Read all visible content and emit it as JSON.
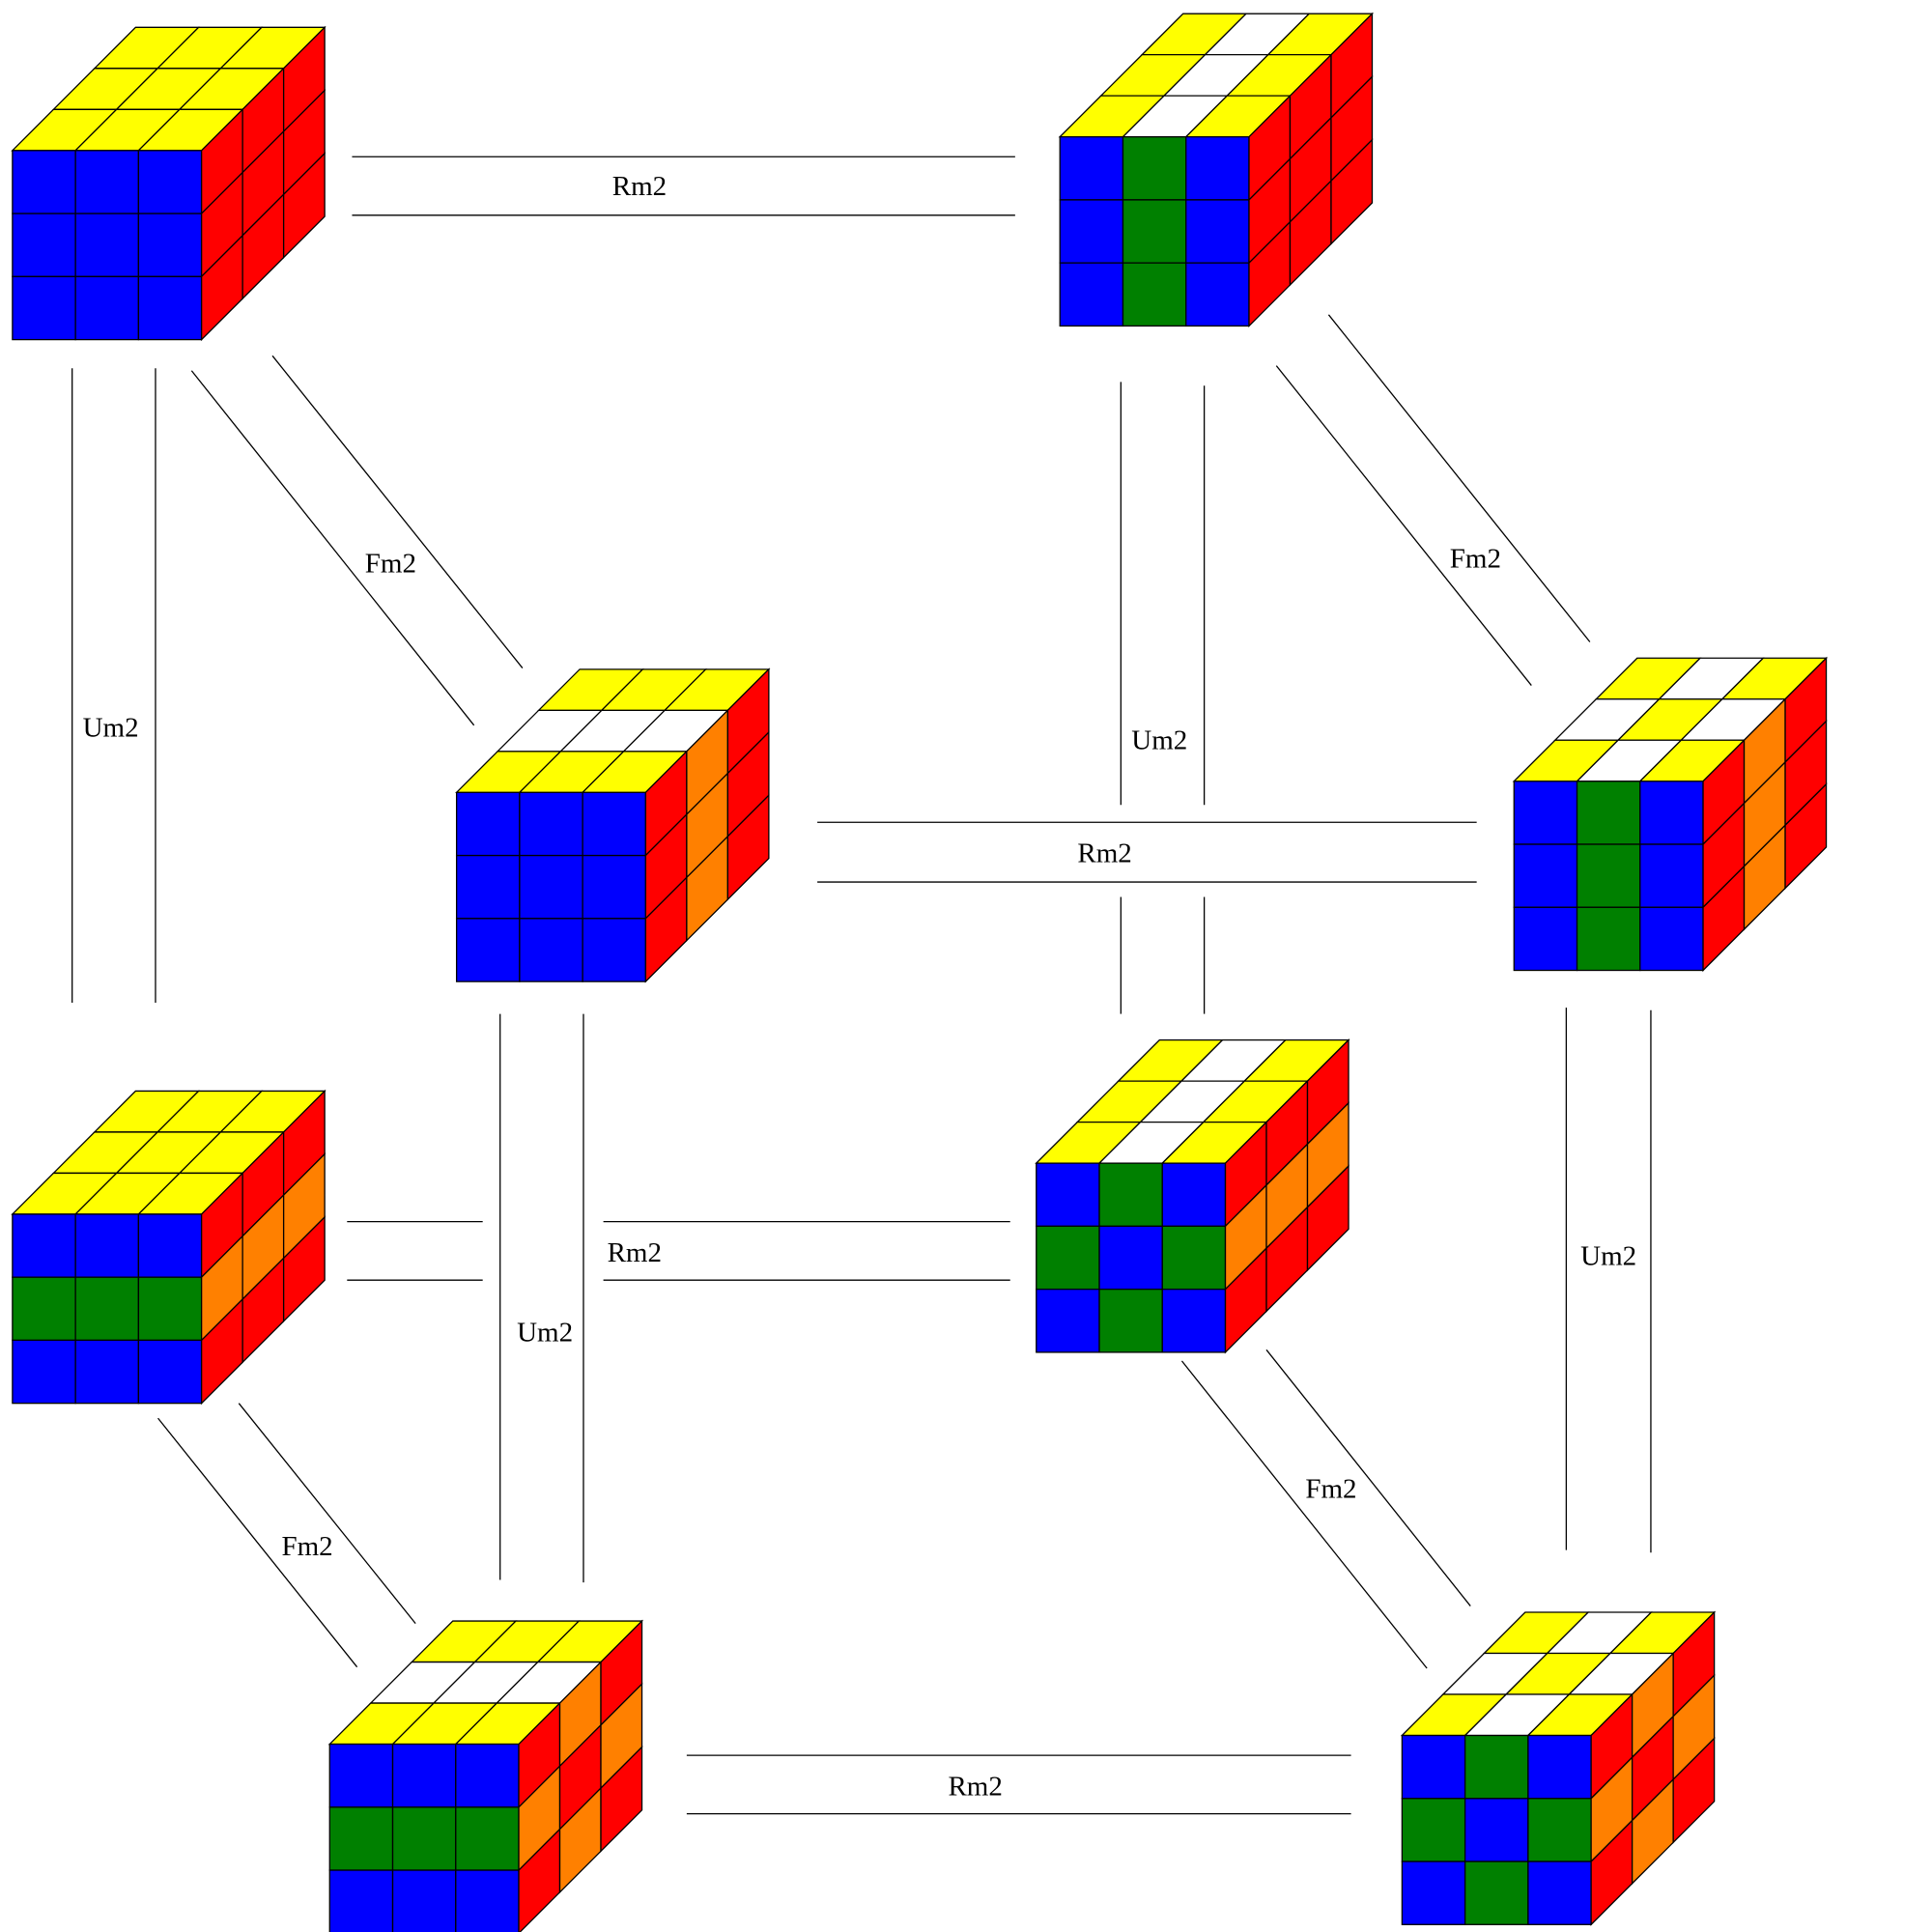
{
  "colors": {
    "yellow": "#FFFF00",
    "white": "#FFFFFF",
    "blue": "#0000FF",
    "green": "#008000",
    "red": "#FF0000",
    "orange": "#FF8000",
    "line": "#000000"
  },
  "moves": {
    "rm2": "Rm2",
    "um2": "Um2",
    "fm2": "Fm2"
  },
  "cubes": [
    {
      "id": "solved",
      "top": [
        [
          "Y",
          "Y",
          "Y"
        ],
        [
          "Y",
          "Y",
          "Y"
        ],
        [
          "Y",
          "Y",
          "Y"
        ]
      ],
      "front": [
        [
          "B",
          "B",
          "B"
        ],
        [
          "B",
          "B",
          "B"
        ],
        [
          "B",
          "B",
          "B"
        ]
      ],
      "right": [
        [
          "R",
          "R",
          "R"
        ],
        [
          "R",
          "R",
          "R"
        ],
        [
          "R",
          "R",
          "R"
        ]
      ]
    },
    {
      "id": "after-rm2",
      "top": [
        [
          "Y",
          "W",
          "Y"
        ],
        [
          "Y",
          "W",
          "Y"
        ],
        [
          "Y",
          "W",
          "Y"
        ]
      ],
      "front": [
        [
          "B",
          "G",
          "B"
        ],
        [
          "B",
          "G",
          "B"
        ],
        [
          "B",
          "G",
          "B"
        ]
      ],
      "right": [
        [
          "R",
          "R",
          "R"
        ],
        [
          "R",
          "R",
          "R"
        ],
        [
          "R",
          "R",
          "R"
        ]
      ]
    },
    {
      "id": "after-fm2",
      "top": [
        [
          "Y",
          "Y",
          "Y"
        ],
        [
          "W",
          "W",
          "W"
        ],
        [
          "Y",
          "Y",
          "Y"
        ]
      ],
      "front": [
        [
          "B",
          "B",
          "B"
        ],
        [
          "B",
          "B",
          "B"
        ],
        [
          "B",
          "B",
          "B"
        ]
      ],
      "right": [
        [
          "R",
          "O",
          "R"
        ],
        [
          "R",
          "O",
          "R"
        ],
        [
          "R",
          "O",
          "R"
        ]
      ]
    },
    {
      "id": "after-rm2-fm2",
      "top": [
        [
          "Y",
          "W",
          "Y"
        ],
        [
          "W",
          "Y",
          "W"
        ],
        [
          "Y",
          "W",
          "Y"
        ]
      ],
      "front": [
        [
          "B",
          "G",
          "B"
        ],
        [
          "B",
          "G",
          "B"
        ],
        [
          "B",
          "G",
          "B"
        ]
      ],
      "right": [
        [
          "R",
          "O",
          "R"
        ],
        [
          "R",
          "O",
          "R"
        ],
        [
          "R",
          "O",
          "R"
        ]
      ]
    },
    {
      "id": "after-um2",
      "top": [
        [
          "Y",
          "Y",
          "Y"
        ],
        [
          "Y",
          "Y",
          "Y"
        ],
        [
          "Y",
          "Y",
          "Y"
        ]
      ],
      "front": [
        [
          "B",
          "B",
          "B"
        ],
        [
          "G",
          "G",
          "G"
        ],
        [
          "B",
          "B",
          "B"
        ]
      ],
      "right": [
        [
          "R",
          "R",
          "R"
        ],
        [
          "O",
          "O",
          "O"
        ],
        [
          "R",
          "R",
          "R"
        ]
      ]
    },
    {
      "id": "after-rm2-um2",
      "top": [
        [
          "Y",
          "W",
          "Y"
        ],
        [
          "Y",
          "W",
          "Y"
        ],
        [
          "Y",
          "W",
          "Y"
        ]
      ],
      "front": [
        [
          "B",
          "G",
          "B"
        ],
        [
          "G",
          "B",
          "G"
        ],
        [
          "B",
          "G",
          "B"
        ]
      ],
      "right": [
        [
          "R",
          "R",
          "R"
        ],
        [
          "O",
          "O",
          "O"
        ],
        [
          "R",
          "R",
          "R"
        ]
      ]
    },
    {
      "id": "after-fm2-um2",
      "top": [
        [
          "Y",
          "Y",
          "Y"
        ],
        [
          "W",
          "W",
          "W"
        ],
        [
          "Y",
          "Y",
          "Y"
        ]
      ],
      "front": [
        [
          "B",
          "B",
          "B"
        ],
        [
          "G",
          "G",
          "G"
        ],
        [
          "B",
          "B",
          "B"
        ]
      ],
      "right": [
        [
          "R",
          "O",
          "R"
        ],
        [
          "O",
          "R",
          "O"
        ],
        [
          "R",
          "O",
          "R"
        ]
      ]
    },
    {
      "id": "after-all-three",
      "top": [
        [
          "Y",
          "W",
          "Y"
        ],
        [
          "W",
          "Y",
          "W"
        ],
        [
          "Y",
          "W",
          "Y"
        ]
      ],
      "front": [
        [
          "B",
          "G",
          "B"
        ],
        [
          "G",
          "B",
          "G"
        ],
        [
          "B",
          "G",
          "B"
        ]
      ],
      "right": [
        [
          "R",
          "O",
          "R"
        ],
        [
          "O",
          "R",
          "O"
        ],
        [
          "R",
          "O",
          "R"
        ]
      ]
    }
  ],
  "edges": [
    {
      "from": "solved",
      "to": "after-rm2",
      "move": "Rm2"
    },
    {
      "from": "after-fm2",
      "to": "after-rm2-fm2",
      "move": "Rm2"
    },
    {
      "from": "after-um2",
      "to": "after-rm2-um2",
      "move": "Rm2"
    },
    {
      "from": "after-fm2-um2",
      "to": "after-all-three",
      "move": "Rm2"
    },
    {
      "from": "solved",
      "to": "after-um2",
      "move": "Um2"
    },
    {
      "from": "after-rm2",
      "to": "after-rm2-um2",
      "move": "Um2"
    },
    {
      "from": "after-fm2",
      "to": "after-fm2-um2",
      "move": "Um2"
    },
    {
      "from": "after-rm2-fm2",
      "to": "after-all-three",
      "move": "Um2"
    },
    {
      "from": "solved",
      "to": "after-fm2",
      "move": "Fm2"
    },
    {
      "from": "after-rm2",
      "to": "after-rm2-fm2",
      "move": "Fm2"
    },
    {
      "from": "after-um2",
      "to": "after-fm2-um2",
      "move": "Fm2"
    },
    {
      "from": "after-rm2-um2",
      "to": "after-all-three",
      "move": "Fm2"
    }
  ]
}
